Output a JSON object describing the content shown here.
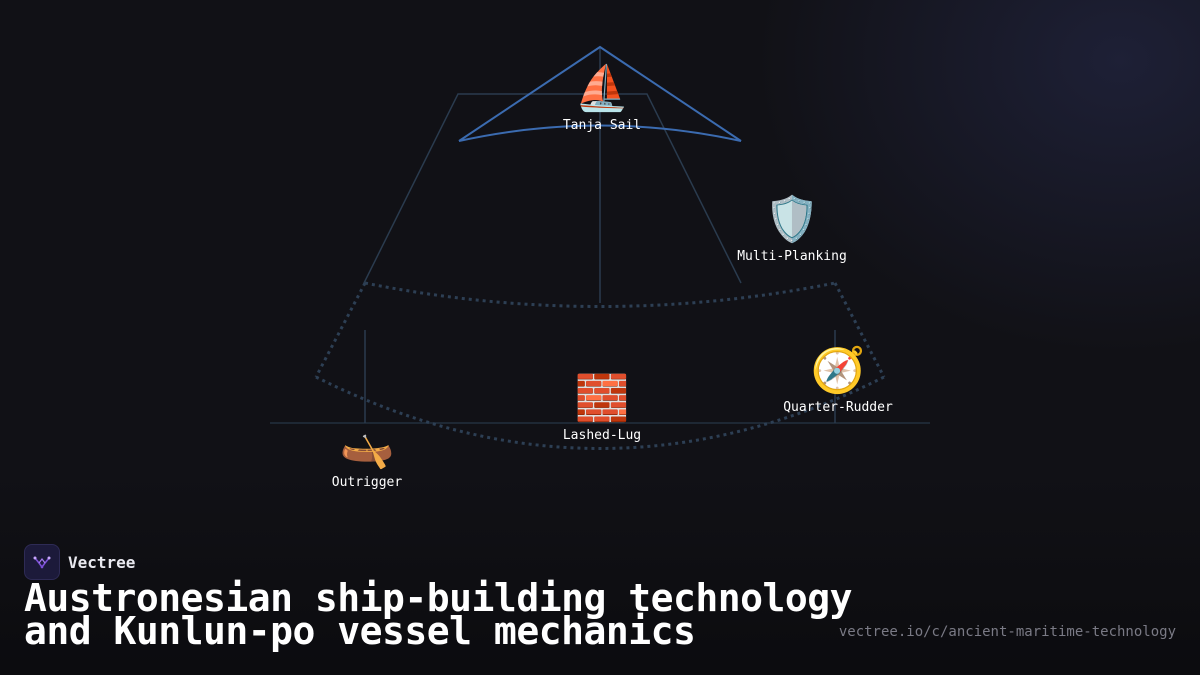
{
  "brand": {
    "name": "Vectree",
    "logo_icon": "vectree-logo-icon",
    "logo_color": "#7b4fd6"
  },
  "title_lines": [
    "Austronesian ship-building technology",
    "and Kunlun-po vessel mechanics"
  ],
  "url": "vectree.io/c/ancient-maritime-technology",
  "colors": {
    "background": "#111116",
    "highlight_line": "#3b6bb0",
    "structure_line": "#2a3b4e",
    "text": "#ffffff"
  },
  "nodes": [
    {
      "id": "tanja-sail",
      "label": "Tanja Sail",
      "icon": "⛵",
      "icon_name": "sailboat-icon"
    },
    {
      "id": "multi-planking",
      "label": "Multi-Planking",
      "icon": "🛡️",
      "icon_name": "shield-icon"
    },
    {
      "id": "quarter-rudder",
      "label": "Quarter-Rudder",
      "icon": "🧭",
      "icon_name": "compass-icon"
    },
    {
      "id": "lashed-lug",
      "label": "Lashed-Lug",
      "icon": "🧱",
      "icon_name": "brick-icon"
    },
    {
      "id": "outrigger",
      "label": "Outrigger",
      "icon": "🛶",
      "icon_name": "canoe-icon"
    }
  ]
}
